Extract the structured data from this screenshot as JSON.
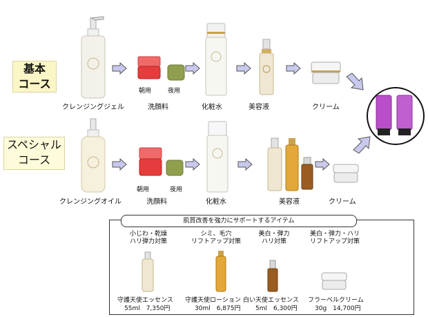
{
  "basic_course": {
    "label": "基本\nコース",
    "steps": [
      "クレンジングジェル",
      "洗顔料",
      "化粧水",
      "美容液",
      "クリーム"
    ],
    "soap_labels": [
      "朝用",
      "夜用"
    ]
  },
  "special_course": {
    "label": "スペシャル\nコース",
    "steps": [
      "クレンジングオイル",
      "洗顔料",
      "化粧水",
      "美容液",
      "クリーム"
    ],
    "soap_labels": [
      "朝用",
      "夜用"
    ]
  },
  "support": {
    "title": "肌質改善を強力にサポートするアイテム",
    "items": [
      {
        "desc": "小じわ・乾燥\nハリ弾力対策",
        "name": "守護天使エッセンス",
        "price": "55ml　7,350円"
      },
      {
        "desc": "シミ、毛穴\nリフトアップ対策",
        "name": "守護天使ローション",
        "price": "30ml　6,875円"
      },
      {
        "desc": "美白・弾力\nハリ対策",
        "name": "白い天使エッセンス",
        "price": "5ml　6,300円"
      },
      {
        "desc": "美白・弾力・ハリ\nリフトアップ対策",
        "name": "フラーベルクリーム",
        "price": "30g　14,700円"
      }
    ]
  },
  "colors": {
    "course_bg": "#fbf6c6",
    "arrow_fill": "#c9c9ee",
    "arrow_stroke": "#555555",
    "tube": "#b94fc8"
  }
}
